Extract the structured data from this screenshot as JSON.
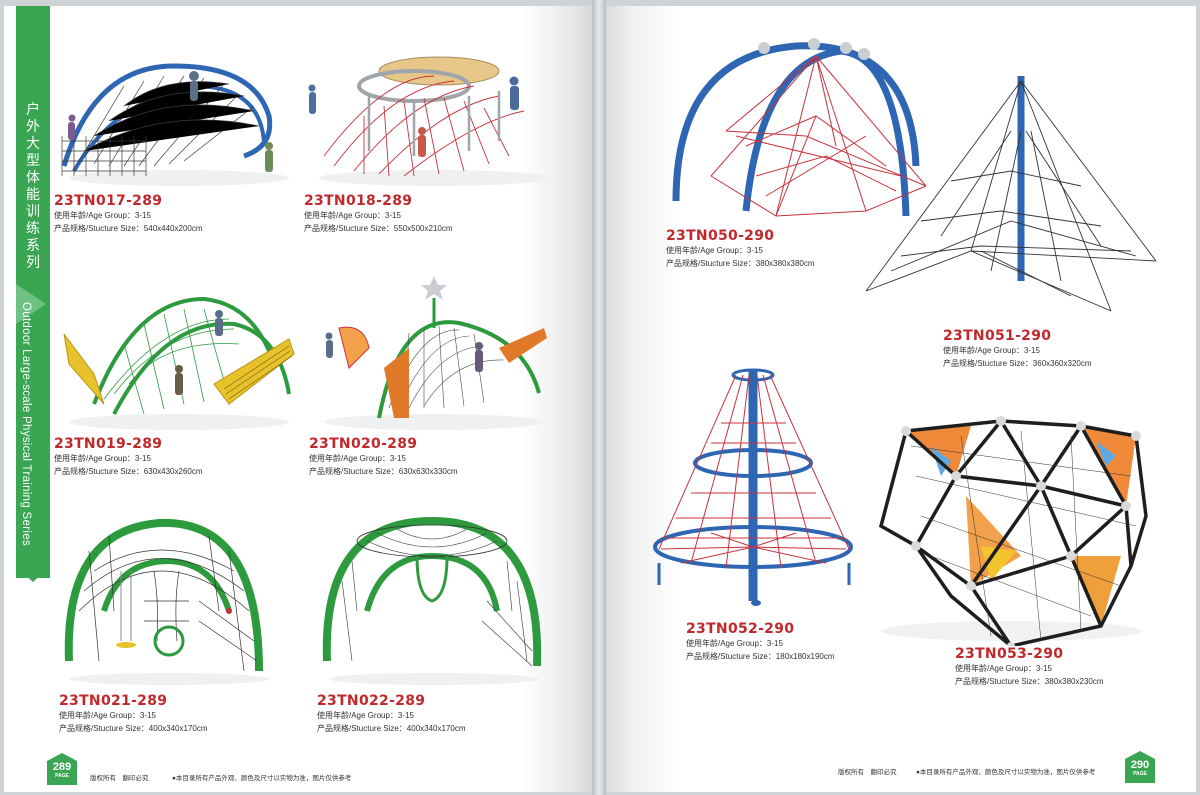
{
  "left_page": {
    "side_band_cn": "户外大型体能训练系列",
    "side_band_en": "Outdoor Large-scale Physical Training Series",
    "page_number": "289",
    "page_label": "PAGE",
    "footer_copyright": "版权所有　翻印必究",
    "footer_note": "●本目录所有产品外观、颜色及尺寸以实物为准，图片仅供参考"
  },
  "right_page": {
    "page_number": "290",
    "page_label": "PAGE",
    "footer_copyright": "版权所有　翻印必究",
    "footer_note": "●本目录所有产品外观、颜色及尺寸以实物为准，图片仅供参考"
  },
  "products": [
    {
      "code": "23TN017-289",
      "age": "使用年龄/Age Group：3-15",
      "size": "产品规格/Stucture Size：540x440x200cm"
    },
    {
      "code": "23TN018-289",
      "age": "使用年龄/Age Group：3-15",
      "size": "产品规格/Stucture Size：550x500x210cm"
    },
    {
      "code": "23TN019-289",
      "age": "使用年龄/Age Group：3-15",
      "size": "产品规格/Stucture Size：630x430x260cm"
    },
    {
      "code": "23TN020-289",
      "age": "使用年龄/Age Group：3-15",
      "size": "产品规格/Stucture Size：630x630x330cm"
    },
    {
      "code": "23TN021-289",
      "age": "使用年龄/Age Group：3-15",
      "size": "产品规格/Stucture Size：400x340x170cm"
    },
    {
      "code": "23TN022-289",
      "age": "使用年龄/Age Group：3-15",
      "size": "产品规格/Stucture Size：400x340x170cm"
    },
    {
      "code": "23TN050-290",
      "age": "使用年龄/Age Group：3-15",
      "size": "产品规格/Stucture Size：380x380x380cm"
    },
    {
      "code": "23TN051-290",
      "age": "使用年龄/Age Group：3-15",
      "size": "产品规格/Stucture Size：360x360x320cm"
    },
    {
      "code": "23TN052-290",
      "age": "使用年龄/Age Group：3-15",
      "size": "产品规格/Stucture Size：180x180x190cm"
    },
    {
      "code": "23TN053-290",
      "age": "使用年龄/Age Group：3-15",
      "size": "产品规格/Stucture Size：380x380x230cm"
    }
  ],
  "colors": {
    "band": "#3aa552",
    "code": "#c0282c",
    "blue": "#2f66b3",
    "red": "#c8323a",
    "green": "#2e9a3e",
    "yellow": "#e8c22a",
    "orange": "#e07a2a"
  }
}
